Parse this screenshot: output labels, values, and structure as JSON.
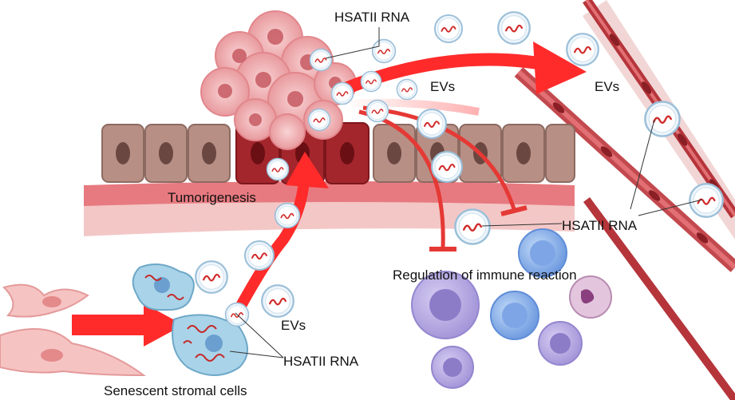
{
  "labels": {
    "hsatii_top": "HSATII RNA",
    "evs_center": "EVs",
    "evs_right": "EVs",
    "tumorigenesis": "Tumorigenesis",
    "hsatii_right": "HSATII RNA",
    "regulation": "Regulation of immune reaction",
    "evs_bottom": "EVs",
    "hsatii_bottom": "HSATII RNA",
    "senescent": "Senescent stromal cells"
  },
  "colors": {
    "arrow_red": "#ff2b2b",
    "inhibit_red": "#e53935",
    "rna_red": "#c62828",
    "tumor_pink": "#f4b6b8",
    "normal_epithelium": "#b78f85",
    "tumor_epithelium": "#a3262c",
    "vessel": "#c2494e",
    "immune_blue": "#8fb3ec",
    "immune_purple": "#b7abe0",
    "stromal_blue": "#a9d3e8"
  }
}
